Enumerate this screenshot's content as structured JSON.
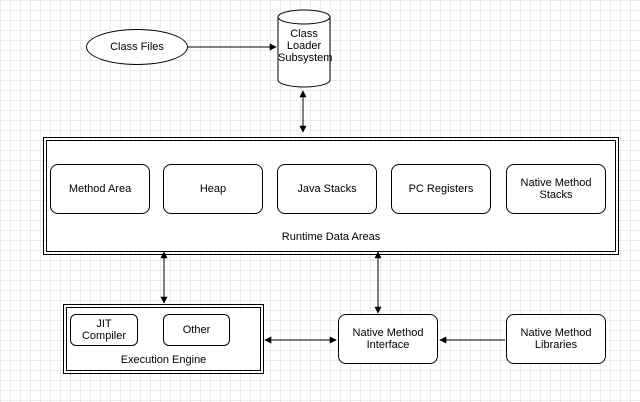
{
  "class_files": "Class Files",
  "class_loader": [
    "Class",
    "Loader",
    "Subsystem"
  ],
  "runtime": {
    "label": "Runtime Data Areas",
    "areas": [
      "Method Area",
      "Heap",
      "Java Stacks",
      "PC Registers"
    ],
    "native_stacks": [
      "Native Method",
      "Stacks"
    ]
  },
  "execution_engine": {
    "label": "Execution Engine",
    "jit": "JIT Compiler",
    "other": "Other"
  },
  "native_interface": [
    "Native Method",
    "Interface"
  ],
  "native_libraries": [
    "Native Method",
    "Libraries"
  ]
}
